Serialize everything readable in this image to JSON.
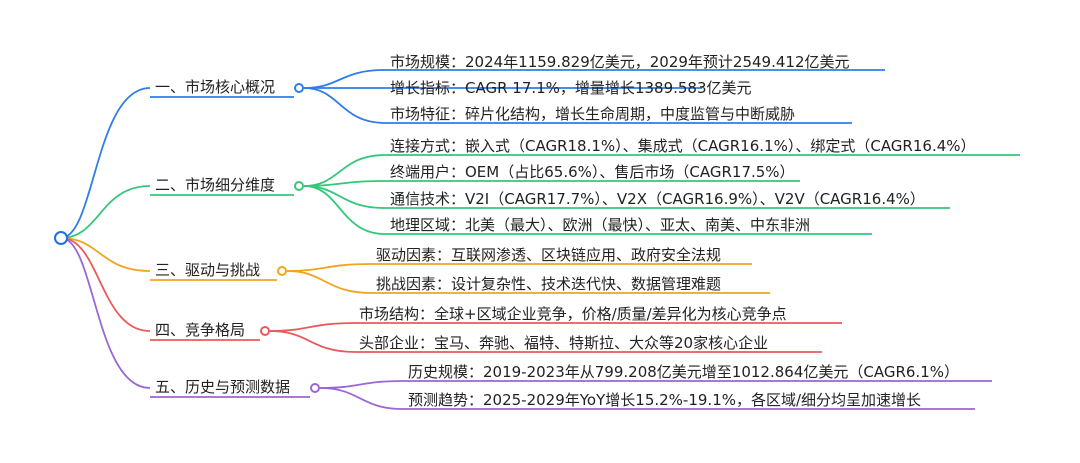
{
  "colors": {
    "root": "#1f6fe0",
    "branch1": "#2f7de8",
    "branch2": "#35c77a",
    "branch3": "#f1a51c",
    "branch4": "#ea5a5a",
    "branch5": "#9b66d6"
  },
  "mindmap": {
    "branches": [
      {
        "label": "一、市场核心概况",
        "leaves": [
          "市场规模：2024年1159.829亿美元，2029年预计2549.412亿美元",
          "增长指标：CAGR 17.1%，增量增长1389.583亿美元",
          "市场特征：碎片化结构，增长生命周期，中度监管与中断威胁"
        ]
      },
      {
        "label": "二、市场细分维度",
        "leaves": [
          "连接方式：嵌入式（CAGR18.1%）、集成式（CAGR16.1%）、绑定式（CAGR16.4%）",
          "终端用户：OEM（占比65.6%）、售后市场（CAGR17.5%）",
          "通信技术：V2I（CAGR17.7%）、V2X（CAGR16.9%）、V2V（CAGR16.4%）",
          "地理区域：北美（最大）、欧洲（最快）、亚太、南美、中东非洲"
        ]
      },
      {
        "label": "三、驱动与挑战",
        "leaves": [
          "驱动因素：互联网渗透、区块链应用、政府安全法规",
          "挑战因素：设计复杂性、技术迭代快、数据管理难题"
        ]
      },
      {
        "label": "四、竞争格局",
        "leaves": [
          "市场结构：全球+区域企业竞争，价格/质量/差异化为核心竞争点",
          "头部企业：宝马、奔驰、福特、特斯拉、大众等20家核心企业"
        ]
      },
      {
        "label": "五、历史与预测数据",
        "leaves": [
          "历史规模：2019-2023年从799.208亿美元增至1012.864亿美元（CAGR6.1%）",
          "预测趋势：2025-2029年YoY增长15.2%-19.1%，各区域/细分均呈加速增长"
        ]
      }
    ]
  }
}
